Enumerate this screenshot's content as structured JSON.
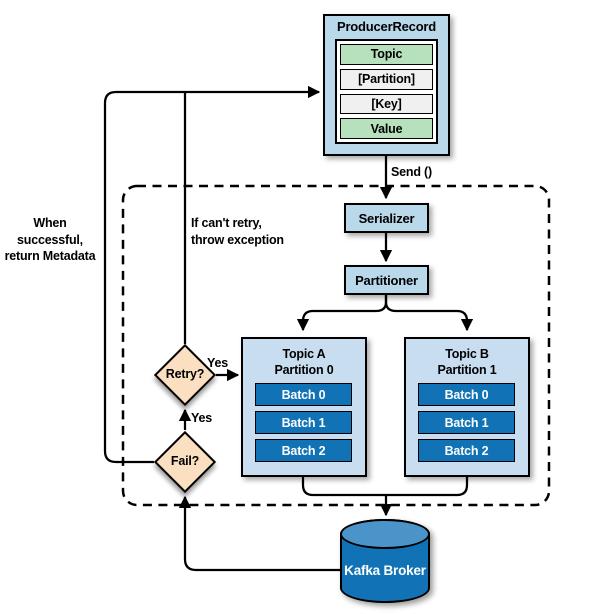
{
  "colors": {
    "light_blue": "#b9d9eb",
    "topic_blue": "#c8def0",
    "row_green": "#b6e1bc",
    "row_gray": "#f0f0f0",
    "batch_blue": "#1173b5",
    "cylinder_top_blue": "#4b94c9",
    "diamond_tan": "#fbdfc1"
  },
  "producer_record": {
    "title": "ProducerRecord",
    "fields": [
      "Topic",
      "[Partition]",
      "[Key]",
      "Value"
    ]
  },
  "flow": {
    "send_label": "Send ()",
    "serializer": "Serializer",
    "partitioner": "Partitioner"
  },
  "annotations": {
    "success_line1": "When successful,",
    "success_line2": "return Metadata",
    "cant_retry_line1": "If can't retry,",
    "cant_retry_line2": "throw exception",
    "yes_to_topic": "Yes",
    "yes_to_retry": "Yes"
  },
  "decisions": {
    "retry": "Retry?",
    "fail": "Fail?"
  },
  "queues": [
    {
      "title": "Topic A",
      "subtitle": "Partition 0",
      "batches": [
        "Batch 0",
        "Batch 1",
        "Batch 2"
      ]
    },
    {
      "title": "Topic B",
      "subtitle": "Partition 1",
      "batches": [
        "Batch 0",
        "Batch 1",
        "Batch 2"
      ]
    }
  ],
  "broker": {
    "label": "Kafka Broker"
  }
}
